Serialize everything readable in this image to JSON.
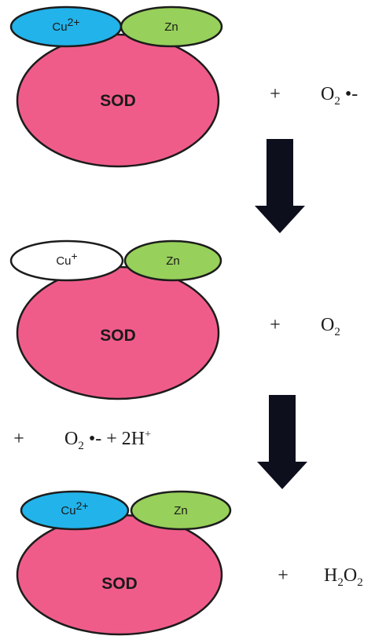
{
  "colors": {
    "sod": "#f05c8a",
    "copper_oxidized": "#22b3ea",
    "copper_reduced": "#ffffff",
    "zinc": "#97d05a",
    "outline": "#1c1c1c",
    "arrow": "#0d0f1c"
  },
  "stages": [
    {
      "enzyme_label": "SOD",
      "copper": {
        "base": "Cu",
        "charge": "2+"
      },
      "zinc_label": "Zn",
      "product": {
        "plus": "+",
        "species": "O",
        "subscript": "2",
        "suffix": " •-"
      }
    },
    {
      "enzyme_label": "SOD",
      "copper": {
        "base": "Cu",
        "charge": "+"
      },
      "zinc_label": "Zn",
      "product": {
        "plus": "+",
        "species": "O",
        "subscript": "2",
        "suffix": ""
      }
    },
    {
      "enzyme_label": "SOD",
      "copper": {
        "base": "Cu",
        "charge": "2+"
      },
      "zinc_label": "Zn",
      "product": {
        "plus": "+",
        "species1": "H",
        "subscript1": "2",
        "species2": "O",
        "subscript2": "2"
      }
    }
  ],
  "reactant": {
    "plus": "+",
    "species": "O",
    "subscript": "2",
    "radical": " •- + 2H",
    "superscript": "+"
  },
  "arrows": [
    {
      "name": "arrow-down"
    },
    {
      "name": "arrow-down"
    }
  ]
}
